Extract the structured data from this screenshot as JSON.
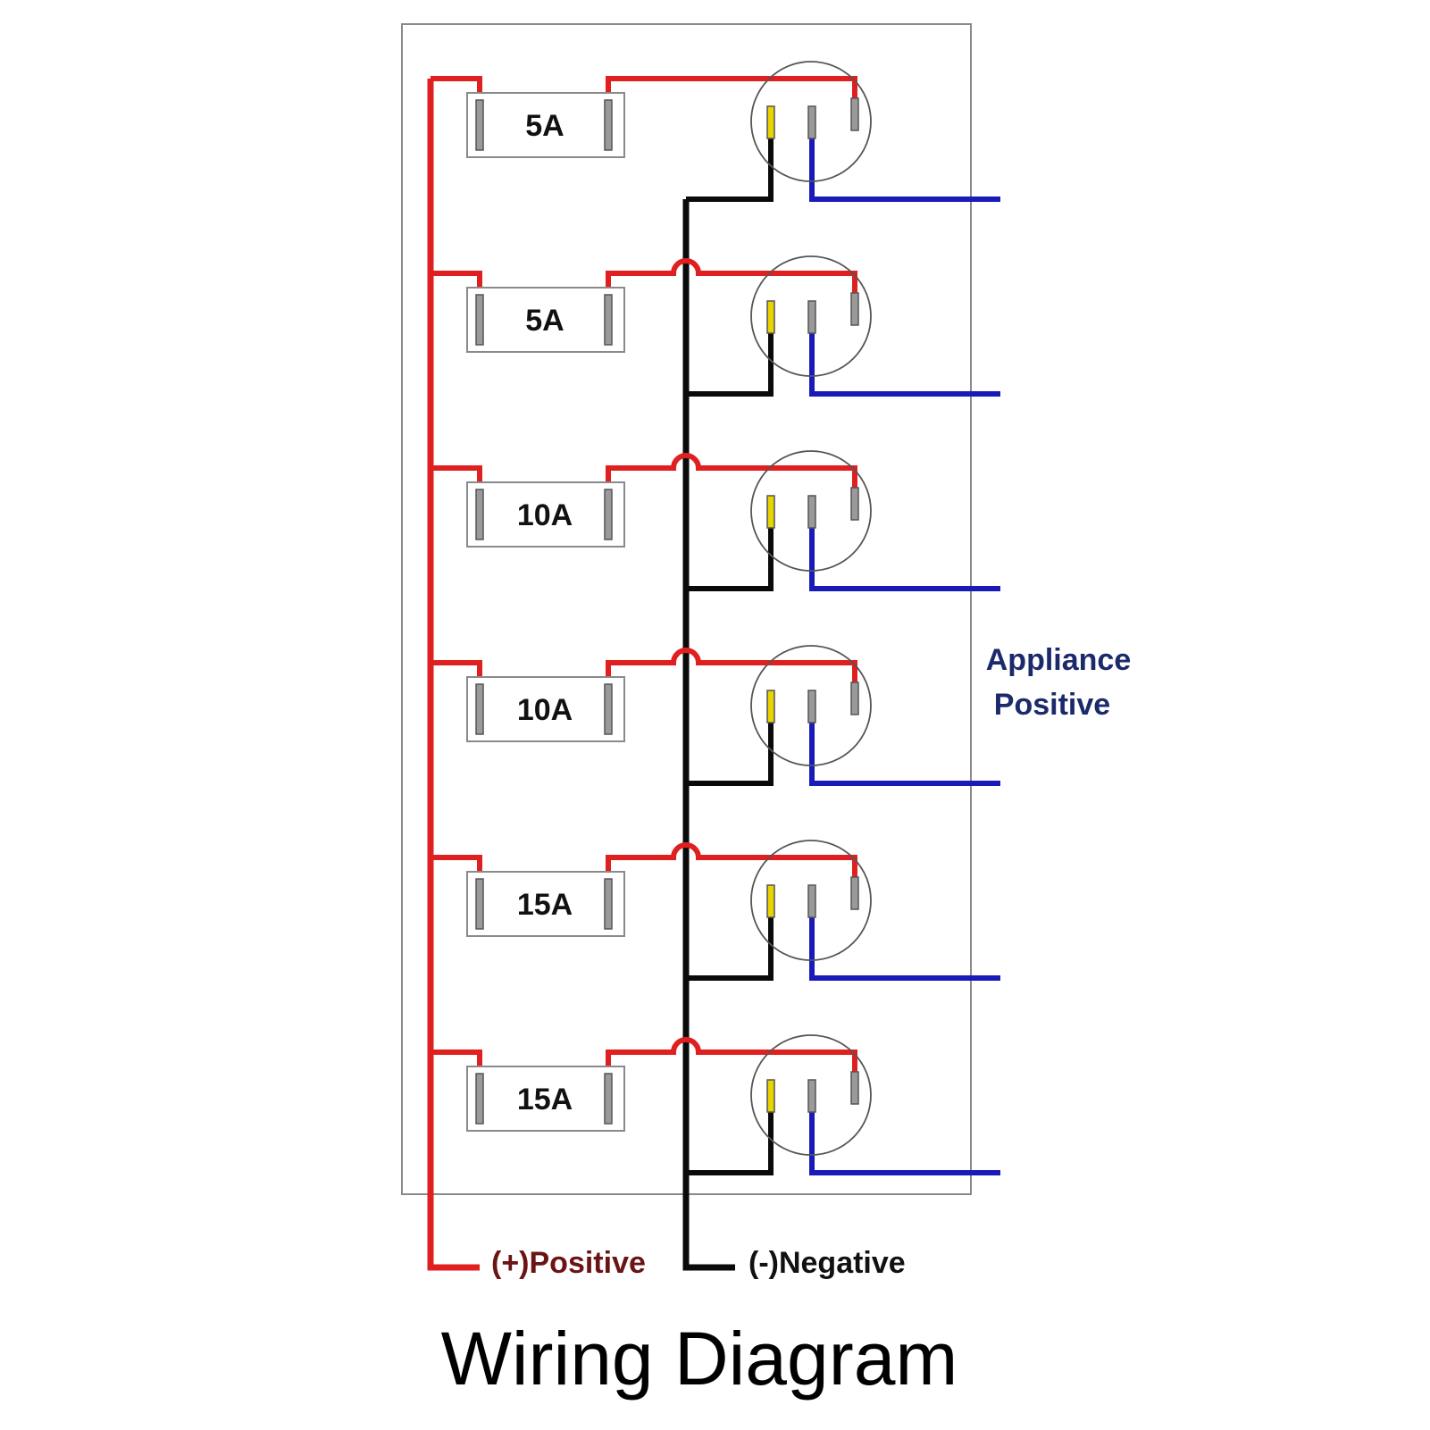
{
  "fuses": [
    {
      "rating": "5A"
    },
    {
      "rating": "5A"
    },
    {
      "rating": "10A"
    },
    {
      "rating": "10A"
    },
    {
      "rating": "15A"
    },
    {
      "rating": "15A"
    }
  ],
  "labels": {
    "appliance_line1": "Appliance",
    "appliance_line2": "Positive",
    "positive": "(+)Positive",
    "negative": "(-)Negative"
  },
  "title": "Wiring Diagram",
  "colors": {
    "positive_wire": "#e02020",
    "negative_wire": "#0a0a0a",
    "appliance_wire": "#1a1ab8",
    "appliance_label": "#1b2a6b",
    "positive_label": "#6b1414",
    "negative_label": "#111111",
    "pin_yellow": "#e8d400",
    "pin_gray": "#9a9a9a"
  }
}
